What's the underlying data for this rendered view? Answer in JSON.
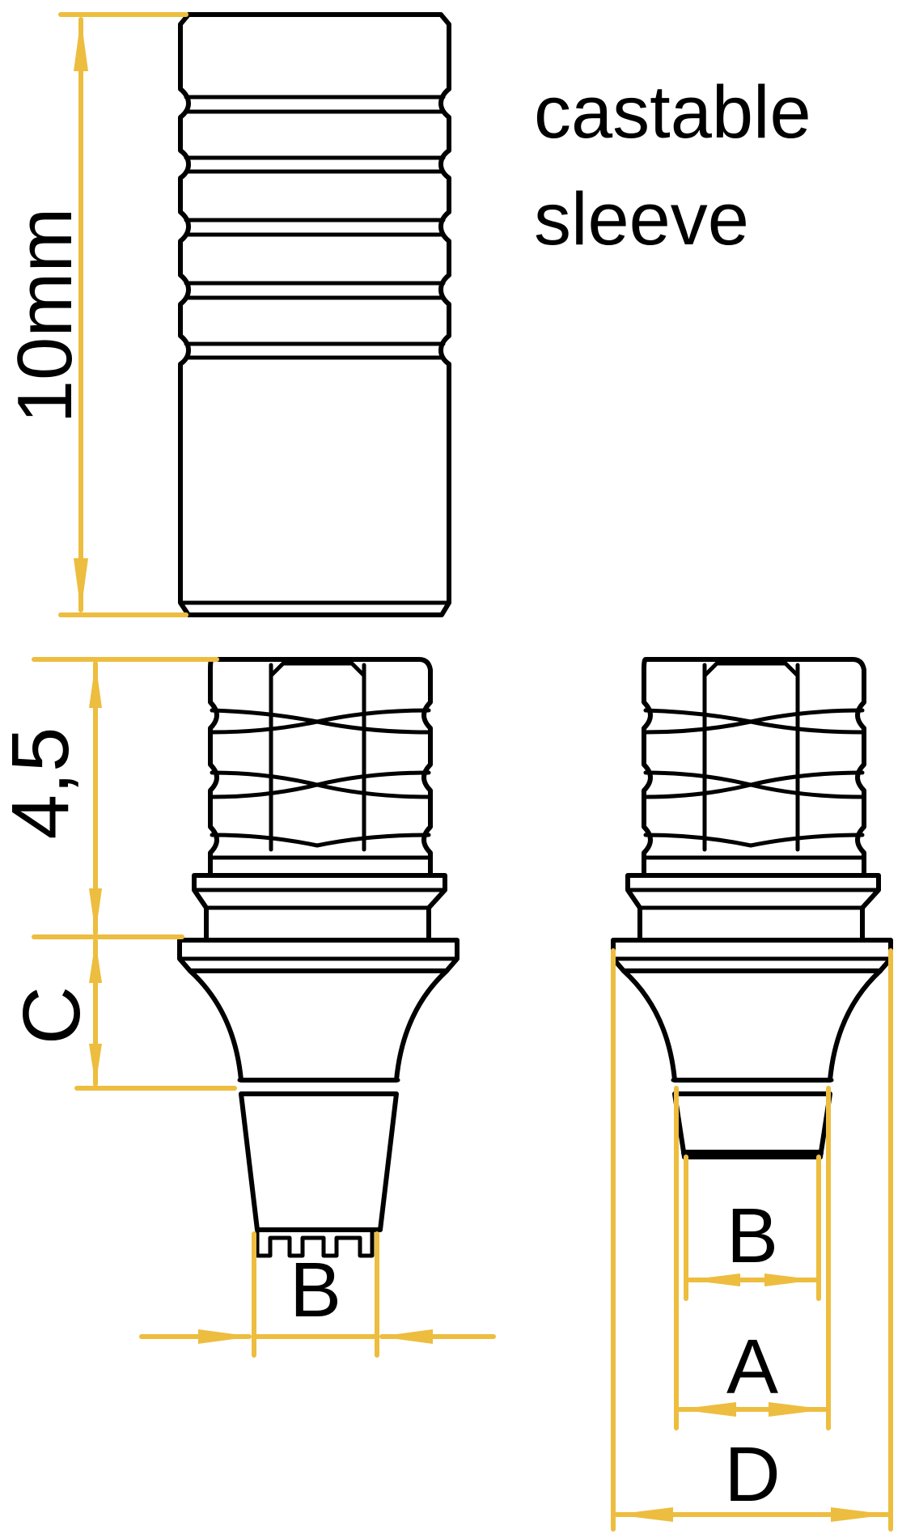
{
  "labels": {
    "sleeve_title_line1": "castable",
    "sleeve_title_line2": "sleeve",
    "height_sleeve": "10mm",
    "height_top": "4,5",
    "height_collar": "C",
    "width_b_left": "B",
    "width_b_right": "B",
    "width_a": "A",
    "width_d": "D"
  },
  "colors": {
    "dimension": "#EDBD3F",
    "outline": "#000000",
    "background": "#FFFFFF"
  }
}
